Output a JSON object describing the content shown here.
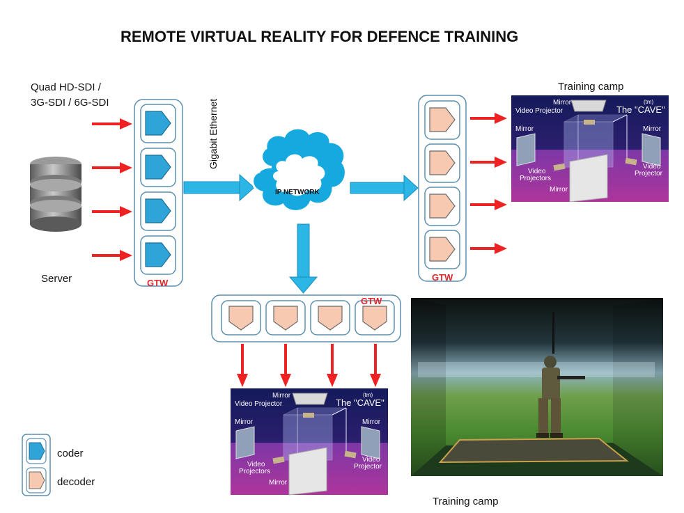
{
  "title": "REMOTE VIRTUAL REALITY FOR DEFENCE TRAINING",
  "input_label": {
    "line1": "Quad HD-SDI /",
    "line2": "3G-SDI / 6G-SDI"
  },
  "server_label": "Server",
  "ethernet_label": "Gigabit Ethernet",
  "network_label": "IP NETWORK",
  "gateway_label": "GTW",
  "training_camp_label": "Training camp",
  "legend": {
    "coder": "coder",
    "decoder": "decoder"
  },
  "cave": {
    "mirror_top": "Mirror",
    "video_projector": "Video Projector",
    "tm": "(tm)",
    "name": "The \"CAVE\"",
    "mirror_left": "Mirror",
    "mirror_right": "Mirror",
    "video_projectors_line1": "Video",
    "video_projectors_line2": "Projectors",
    "video_projector_right_line1": "Video",
    "video_projector_right_line2": "Projector",
    "mirror_bottom": "Mirror"
  },
  "colors": {
    "coder": "#2fa4d8",
    "decoder": "#f6c9b0",
    "arrow_red": "#ee2222",
    "arrow_blue": "#2bb6e6",
    "frame": "#5b8fb0",
    "gtw_text": "#e0262b"
  }
}
